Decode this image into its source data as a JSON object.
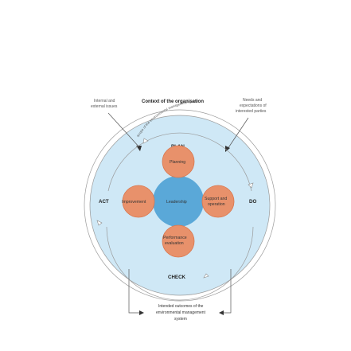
{
  "diagram": {
    "title": "Context of the organisation",
    "internal_issues": [
      "Internal and",
      "external issues"
    ],
    "needs": [
      "Needs and",
      "expectations of",
      "interested parties"
    ],
    "scope_arc": "Scope of the environmental management system",
    "pdca": {
      "plan": "PLAN",
      "do": "DO",
      "check": "CHECK",
      "act": "ACT"
    },
    "circles": {
      "planning": [
        "Planning"
      ],
      "leadership": [
        "Leadership"
      ],
      "support": [
        "Support and",
        "operation"
      ],
      "performance": [
        "Performance",
        "evaluation"
      ],
      "improvement": [
        "Improvement"
      ]
    },
    "outcomes": [
      "Intended outcomes of the",
      "environmental management",
      "system"
    ],
    "colors": {
      "outer_blue": "#cfe8f6",
      "center_blue": "#5aa8d8",
      "orange": "#e8916b",
      "orange_stroke": "#d9774e",
      "line": "#9a9a9a"
    }
  }
}
